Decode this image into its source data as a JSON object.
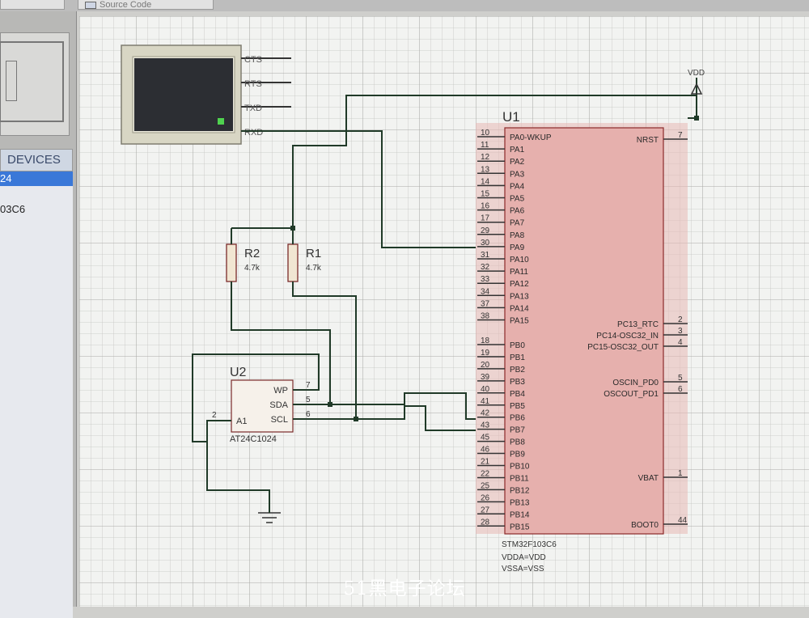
{
  "tabs": [
    {
      "label": ""
    },
    {
      "label": "Source Code"
    }
  ],
  "panel": {
    "devices_label": "DEVICES",
    "items": [
      {
        "label": "24",
        "selected": true
      },
      {
        "label": "03C6",
        "selected": false
      }
    ]
  },
  "terminal": {
    "pins": [
      "CTS",
      "RTS",
      "TXD",
      "RXD"
    ]
  },
  "power": {
    "label": "VDD"
  },
  "resistors": [
    {
      "ref": "R2",
      "value": "4.7k"
    },
    {
      "ref": "R1",
      "value": "4.7k"
    }
  ],
  "eeprom": {
    "ref": "U2",
    "part": "AT24C1024",
    "pins": [
      {
        "name": "WP",
        "num": "7"
      },
      {
        "name": "SDA",
        "num": "5"
      },
      {
        "name": "SCL",
        "num": "6"
      },
      {
        "name": "A1",
        "num": "2"
      }
    ]
  },
  "mcu": {
    "ref": "U1",
    "part": "STM32F103C6",
    "notes": [
      "VDDA=VDD",
      "VSSA=VSS"
    ],
    "left_pins": [
      {
        "num": "10",
        "name": "PA0-WKUP"
      },
      {
        "num": "11",
        "name": "PA1"
      },
      {
        "num": "12",
        "name": "PA2"
      },
      {
        "num": "13",
        "name": "PA3"
      },
      {
        "num": "14",
        "name": "PA4"
      },
      {
        "num": "15",
        "name": "PA5"
      },
      {
        "num": "16",
        "name": "PA6"
      },
      {
        "num": "17",
        "name": "PA7"
      },
      {
        "num": "29",
        "name": "PA8"
      },
      {
        "num": "30",
        "name": "PA9"
      },
      {
        "num": "31",
        "name": "PA10"
      },
      {
        "num": "32",
        "name": "PA11"
      },
      {
        "num": "33",
        "name": "PA12"
      },
      {
        "num": "34",
        "name": "PA13"
      },
      {
        "num": "37",
        "name": "PA14"
      },
      {
        "num": "38",
        "name": "PA15"
      },
      {
        "num": "18",
        "name": "PB0"
      },
      {
        "num": "19",
        "name": "PB1"
      },
      {
        "num": "20",
        "name": "PB2"
      },
      {
        "num": "39",
        "name": "PB3"
      },
      {
        "num": "40",
        "name": "PB4"
      },
      {
        "num": "41",
        "name": "PB5"
      },
      {
        "num": "42",
        "name": "PB6"
      },
      {
        "num": "43",
        "name": "PB7"
      },
      {
        "num": "45",
        "name": "PB8"
      },
      {
        "num": "46",
        "name": "PB9"
      },
      {
        "num": "21",
        "name": "PB10"
      },
      {
        "num": "22",
        "name": "PB11"
      },
      {
        "num": "25",
        "name": "PB12"
      },
      {
        "num": "26",
        "name": "PB13"
      },
      {
        "num": "27",
        "name": "PB14"
      },
      {
        "num": "28",
        "name": "PB15"
      }
    ],
    "right_pins": [
      {
        "num": "7",
        "name": "NRST"
      },
      {
        "num": "2",
        "name": "PC13_RTC"
      },
      {
        "num": "3",
        "name": "PC14-OSC32_IN"
      },
      {
        "num": "4",
        "name": "PC15-OSC32_OUT"
      },
      {
        "num": "5",
        "name": "OSCIN_PD0"
      },
      {
        "num": "6",
        "name": "OSCOUT_PD1"
      },
      {
        "num": "1",
        "name": "VBAT"
      },
      {
        "num": "44",
        "name": "BOOT0"
      }
    ]
  },
  "watermark": "51黑电子论坛",
  "colors": {
    "grid_bg": "#f2f3f1",
    "grid_line": "#b9bab6",
    "wire": "#203a28",
    "mcu_fill": "#e8b8b5",
    "mcu_border": "#8a2a2a",
    "selection": "#3a78d8"
  }
}
